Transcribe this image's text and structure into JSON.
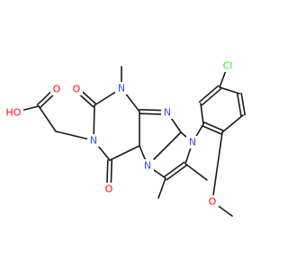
{
  "structure": {
    "atom_labels": {
      "ho": "HO",
      "o_acid": "O",
      "o_c2": "O",
      "o_c6": "O",
      "n1": "N",
      "n3": "N",
      "me_n1": "",
      "n_imine": "N",
      "n_aryl": "N",
      "n_fused": "N",
      "cl": "Cl",
      "o_ether": "O"
    },
    "atom_colors": {
      "oxygen": "#ff0d0d",
      "nitrogen": "#3050f8",
      "chlorine": "#1ff01f",
      "carbon": "#1a1a1a"
    }
  }
}
